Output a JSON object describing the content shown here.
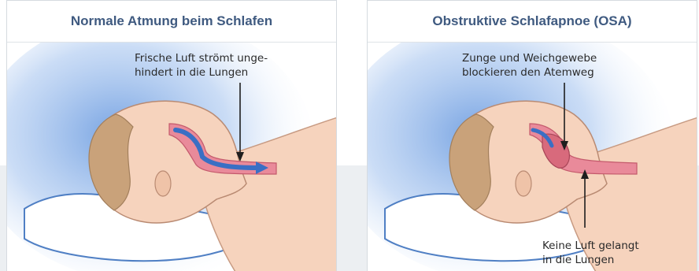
{
  "panels": [
    {
      "title": "Normale Atmung beim Schlafen",
      "callouts": [
        {
          "lines": [
            "Frische Luft strömt unge-",
            "hindert in die Lungen"
          ]
        }
      ]
    },
    {
      "title": "Obstruktive Schlafapnoe (OSA)",
      "callouts": [
        {
          "lines": [
            "Zunge und Weichgewebe",
            "blockieren den Atemweg"
          ]
        },
        {
          "lines": [
            "Keine Luft gelangt",
            "in die Lungen"
          ]
        }
      ]
    }
  ],
  "colors": {
    "title": "#3f5a80",
    "skin": "#f6d3bd",
    "airway": "#e98a9a",
    "airflow": "#3a6fc4",
    "glow": "#6a9ce0",
    "pillow": "#ffffff"
  },
  "icons": [
    "head-illustration",
    "airflow-arrow-icon",
    "pointer-arrow-icon",
    "pillow-icon"
  ]
}
